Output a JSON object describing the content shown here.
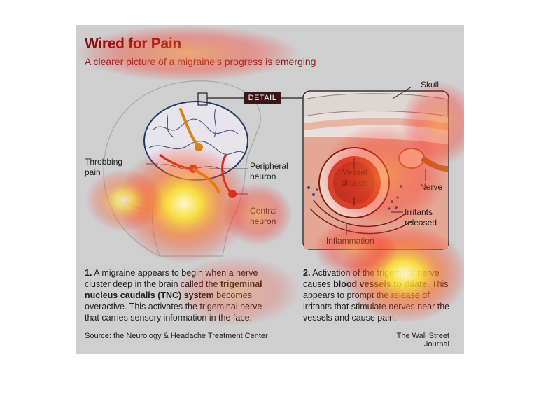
{
  "title": "Wired for Pain",
  "subtitle": "A clearer picture of a migraine’s progress is emerging",
  "detail_badge": "DETAIL",
  "labels": {
    "skull": "Skull",
    "throbbing_pain": "Throbbing pain",
    "peripheral_neuron": "Peripheral neuron",
    "central_neuron": "Central neuron",
    "vessel_dilation": "Vessel dilation",
    "nerve": "Nerve",
    "irritants_released": "Irritants released",
    "inflammation": "Inflammation"
  },
  "step1": {
    "num": "1.",
    "text_a": "A migraine appears to begin when a nerve cluster deep in the brain called the",
    "bold": "trigeminal nucleus caudalis (TNC) system",
    "text_b": "becomes overactive. This activates the trigeminal nerve that carries sensory information in the face."
  },
  "step2": {
    "num": "2.",
    "text_a": "Activation of the trigeminal nerve causes",
    "bold": "blood vessels to dilate.",
    "text_b": "This appears to prompt the release of irritants that stimulate nerves near the vessels and cause pain."
  },
  "source": "Source: the Neurology & Headache Treatment Center",
  "credit": "The Wall Street Journal",
  "colors": {
    "title": "#7a1111",
    "card_bg": "#cfcfcf",
    "brain_outline": "#1f3a66",
    "neuron_red": "#cc2a22",
    "neuron_orange": "#d2861c",
    "badge_bg": "#3a1515"
  }
}
